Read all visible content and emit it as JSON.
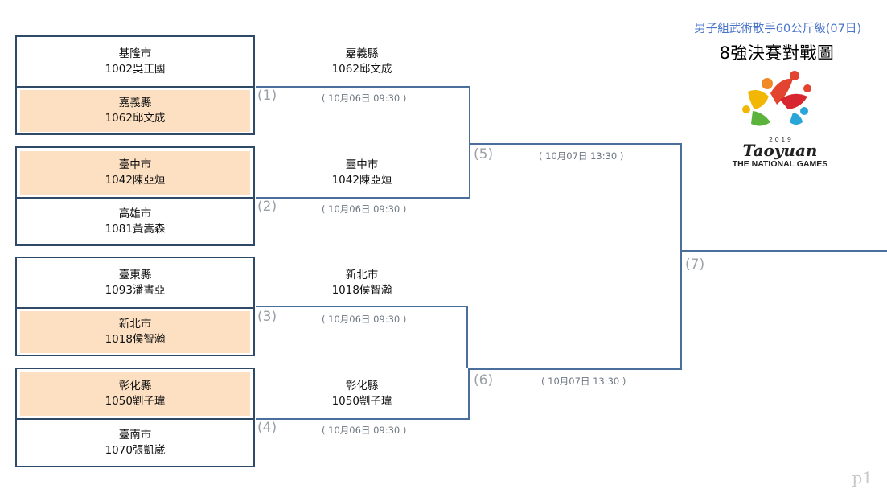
{
  "header": {
    "event": "男子組武術散手60公斤級(07日)",
    "title": "8強決賽對戰圖"
  },
  "logo": {
    "year": "2 0 1 9",
    "word": "Taoyuan",
    "subtitle": "THE NATIONAL GAMES"
  },
  "pairs": [
    {
      "top": {
        "region": "基隆市",
        "entry": "1002吳正國",
        "win": false
      },
      "bottom": {
        "region": "嘉義縣",
        "entry": "1062邱文成",
        "win": true
      },
      "number": "(1)",
      "time": "( 10月06日 09:30 )",
      "winner": {
        "region": "嘉義縣",
        "entry": "1062邱文成"
      }
    },
    {
      "top": {
        "region": "臺中市",
        "entry": "1042陳亞烜",
        "win": true
      },
      "bottom": {
        "region": "高雄市",
        "entry": "1081黃嵩森",
        "win": false
      },
      "number": "(2)",
      "time": "( 10月06日 09:30 )",
      "winner": {
        "region": "臺中市",
        "entry": "1042陳亞烜"
      }
    },
    {
      "top": {
        "region": "臺東縣",
        "entry": "1093潘書亞",
        "win": false
      },
      "bottom": {
        "region": "新北市",
        "entry": "1018侯智瀚",
        "win": true
      },
      "number": "(3)",
      "time": "( 10月06日 09:30 )",
      "winner": {
        "region": "新北市",
        "entry": "1018侯智瀚"
      }
    },
    {
      "top": {
        "region": "彰化縣",
        "entry": "1050劉子瑋",
        "win": true
      },
      "bottom": {
        "region": "臺南市",
        "entry": "1070張凱崴",
        "win": false
      },
      "number": "(4)",
      "time": "( 10月06日 09:30 )",
      "winner": {
        "region": "彰化縣",
        "entry": "1050劉子瑋"
      }
    }
  ],
  "semis": [
    {
      "number": "(5)",
      "time": "( 10月07日 13:30 )"
    },
    {
      "number": "(6)",
      "time": "( 10月07日 13:30 )"
    }
  ],
  "final": {
    "number": "(7)"
  },
  "page": "p1",
  "colors": {
    "line": "#4a6f9c",
    "box_border": "#2f4a66",
    "winner_fill": "#fde0c2",
    "header_blue": "#4a74c9"
  }
}
